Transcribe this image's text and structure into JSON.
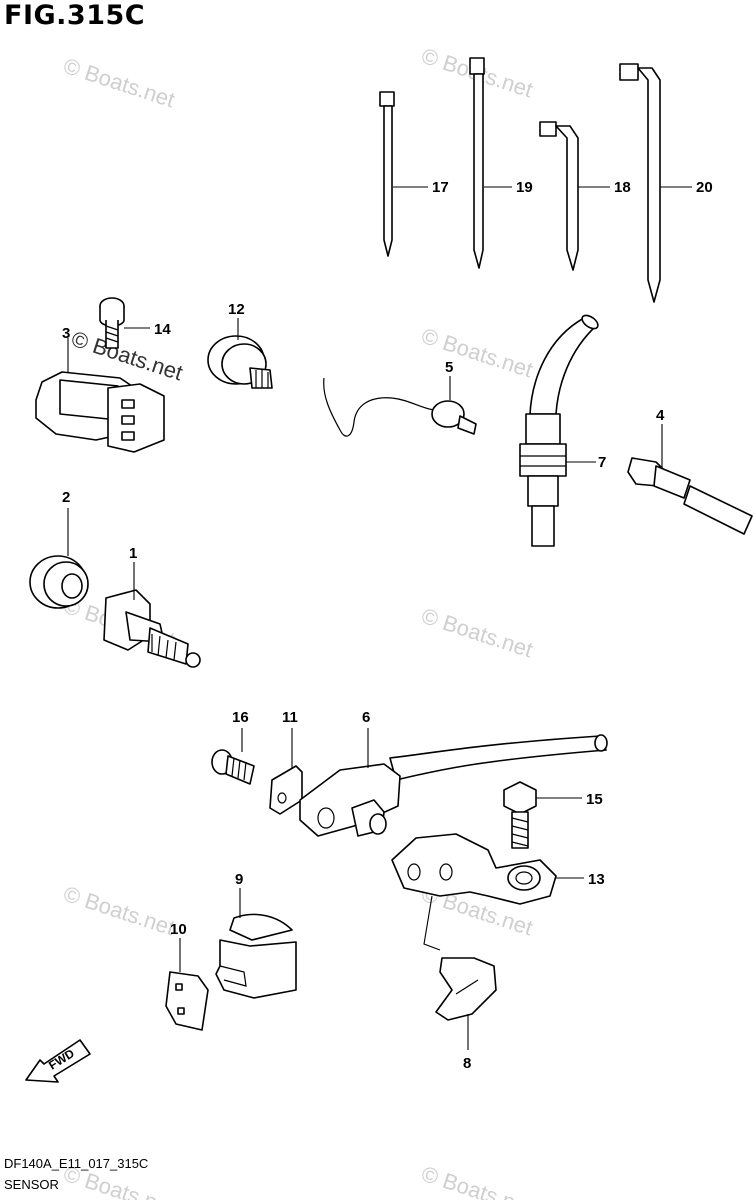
{
  "figure": {
    "title": "FIG.315C",
    "code": "DF140A_E11_017_315C",
    "name": "SENSOR"
  },
  "watermark": {
    "text": "© Boats.net"
  },
  "callouts": {
    "c1": "1",
    "c2": "2",
    "c3": "3",
    "c4": "4",
    "c5": "5",
    "c6": "6",
    "c7": "7",
    "c8": "8",
    "c9": "9",
    "c10": "10",
    "c11": "11",
    "c12": "12",
    "c13": "13",
    "c14": "14",
    "c15": "15",
    "c16": "16",
    "c17": "17",
    "c18": "18",
    "c19": "19",
    "c20": "20"
  },
  "fwd_label": "FWD"
}
